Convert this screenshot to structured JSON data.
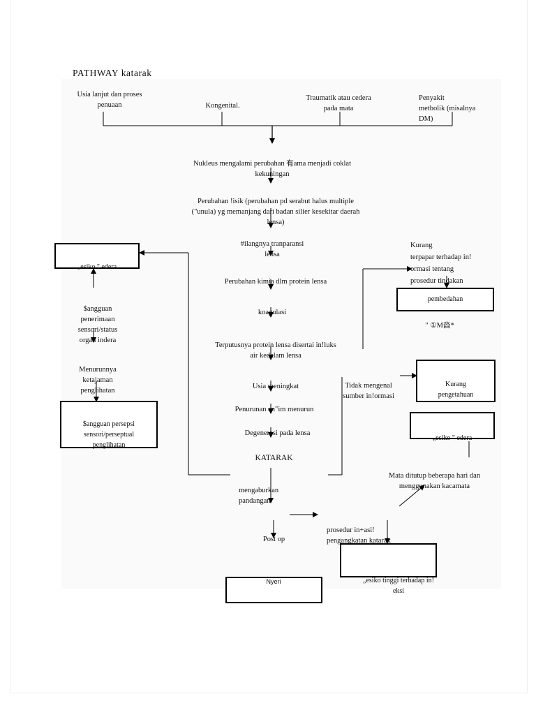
{
  "title": "PATHWAY katarak",
  "causes": {
    "usia": "Usia lanjut dan proses\npenuaan",
    "kongenital": "Kongenital.",
    "traumatik": "Traumatik atau cedera\npada mata",
    "penyakit": "Penyakit\nmetbolik (misalnya\nDM)"
  },
  "flow": {
    "nukleus": "Nukleus mengalami perubahan 有ama menjadi coklat\nkekuningan",
    "perubahan_fisik": "Perubahan !isik (perubahan pd serabut halus multiple\n(\"unula) yg memanjang dari badan silier kesekitar daerah\nlensa)",
    "hilangnya": "#ilangnya tranparansi\nlensa",
    "kimia": "Perubahan kimia dlm protein lensa",
    "koagulasi": "koagulasi",
    "terputus": "Terputusnya protein lensa disertai in!luks\nair kedalam lensa",
    "usia_meningkat": "Usia meningkat",
    "penurunan": "Penurunan en\"im menurun",
    "degenerasi": "Degenerasi pada lensa",
    "katarak": "KATARAK",
    "mengaburkan": "mengaburkan\npandangan",
    "post_op": "Post op",
    "prosedur": "prosedur in+asi!\npengangkatan katarak"
  },
  "left": {
    "resiko_cedera": "„esiko \" edera",
    "gangguan_penerimaan": "$angguan\npenerimaan\nsensori/status\norgan indera",
    "menurunnya": "Menurunnya\nketajaman\npenglihatan",
    "gangguan_persepsi": "$angguan persepsi\nsensori/perseptual\npenglihatan"
  },
  "right": {
    "kurang_info": "Kurang\nterpapar terhadap in!\normasi        tentang\nprosedur tindakan",
    "pembedahan": "pembedahan",
    "cemas": "\" ①M㳫*",
    "tidak_mengenal": "Tidak mengenal\nsumber in!ormasi",
    "kurang_pengetahuan": "Kurang\npengetahuan",
    "resiko_cedera2": "„esiko \" edera",
    "mata_ditutup": "Mata ditutup beberapa hari dan\nmenggunakan kacamata",
    "resiko_infeksi": "„esiko tinggi terhadap in!\neksi",
    "nyeri": "Nyeri"
  }
}
